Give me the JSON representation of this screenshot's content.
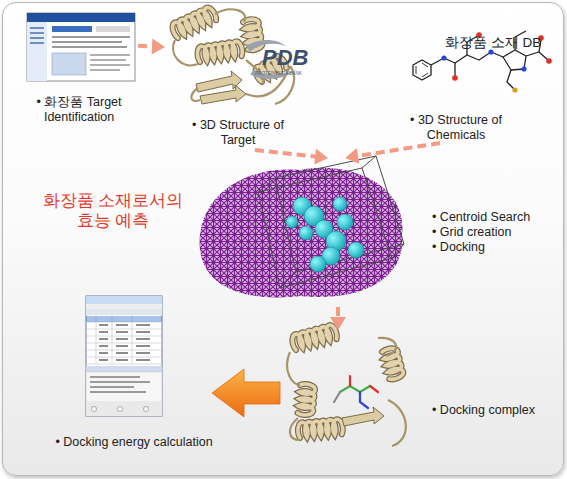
{
  "diagram": {
    "nodes": [
      {
        "text": [
          "• 화장품 Target Identification"
        ]
      },
      {
        "text": [
          "• 3D Structure of Target"
        ]
      },
      {
        "text": [
          "화장품 소재 DB",
          "• 3D Structure of Chemicals"
        ]
      },
      {
        "text": [
          "• Centroid Search",
          "• Grid creation",
          "• Docking"
        ]
      },
      {
        "text": [
          "• Docking complex"
        ]
      },
      {
        "text": [
          "• Docking energy calculation"
        ]
      }
    ],
    "edges": [
      {
        "from": 0,
        "to": 1,
        "arrow": "to"
      },
      {
        "from": 1,
        "to": 3,
        "arrow": "to"
      },
      {
        "from": 2,
        "to": 3,
        "arrow": "to"
      },
      {
        "from": 3,
        "to": 4,
        "arrow": "to"
      },
      {
        "from": 4,
        "to": 5,
        "arrow": "to"
      }
    ],
    "labels": [
      "화장품 소재로서의 효능 예측",
      "PDB",
      "PROTEIN DATA BANK"
    ]
  }
}
